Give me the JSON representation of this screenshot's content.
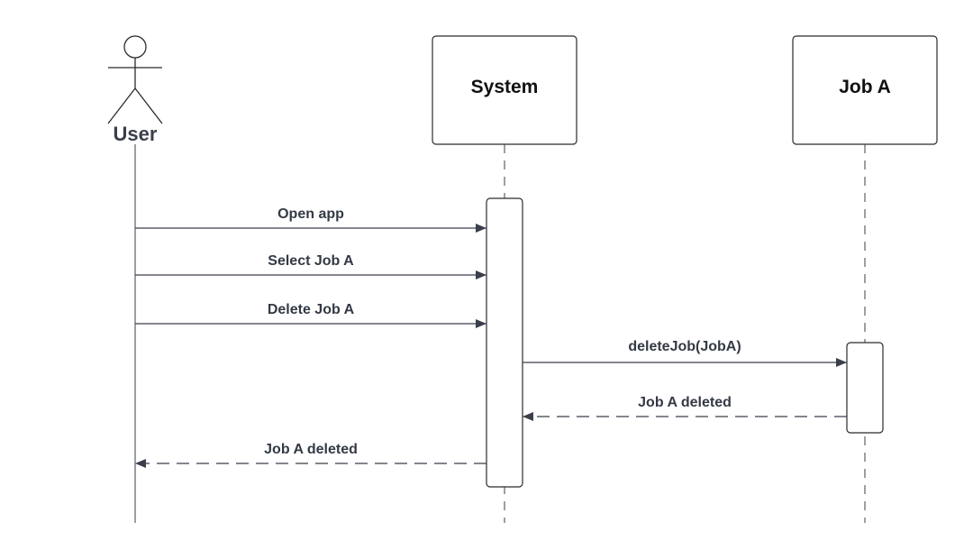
{
  "actor": {
    "label": "User"
  },
  "participants": [
    {
      "id": "system",
      "label": "System"
    },
    {
      "id": "joba",
      "label": "Job A"
    }
  ],
  "messages": [
    {
      "id": "m1",
      "from": "user",
      "to": "system",
      "label": "Open app",
      "type": "sync"
    },
    {
      "id": "m2",
      "from": "user",
      "to": "system",
      "label": "Select Job A",
      "type": "sync"
    },
    {
      "id": "m3",
      "from": "user",
      "to": "system",
      "label": "Delete Job A",
      "type": "sync"
    },
    {
      "id": "m4",
      "from": "system",
      "to": "joba",
      "label": "deleteJob(JobA)",
      "type": "sync"
    },
    {
      "id": "m5",
      "from": "joba",
      "to": "system",
      "label": "Job A deleted",
      "type": "return"
    },
    {
      "id": "m6",
      "from": "system",
      "to": "user",
      "label": "Job A deleted",
      "type": "return"
    }
  ],
  "colors": {
    "line": "#3a3f4a",
    "box_stroke": "#2b2b2b",
    "arrowhead": "#3a3f4a",
    "background": "#ffffff"
  }
}
